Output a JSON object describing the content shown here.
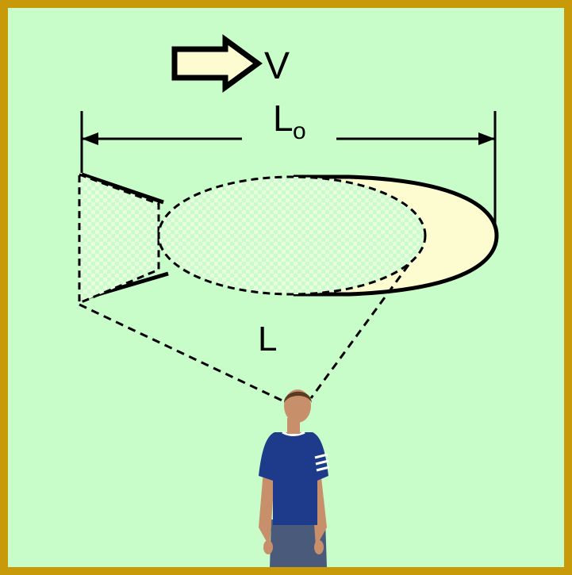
{
  "labels": {
    "velocity": "V",
    "proper_length_main": "L",
    "proper_length_sub": "o",
    "observed_length": "L"
  },
  "colors": {
    "background": "#c8fcc8",
    "border": "#c89a0a",
    "ship_fill": "#fcfcd0",
    "arrow_fill": "#fcfcd0",
    "outline": "#000000",
    "shirt": "#1e3a8a"
  },
  "icons": {
    "arrow": "right-block-arrow-icon",
    "observer": "person-observer-icon"
  }
}
